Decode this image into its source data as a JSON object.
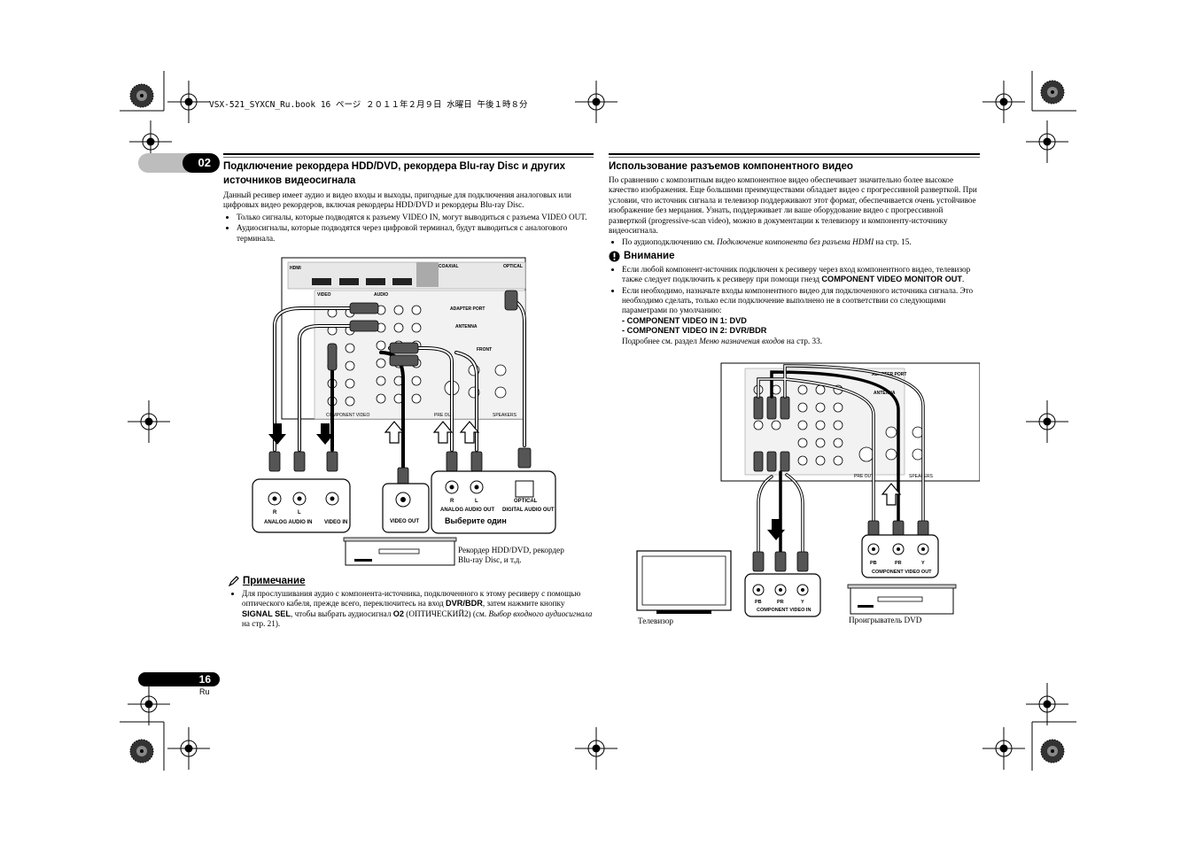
{
  "header": {
    "file_info": "VSX-521_SYXCN_Ru.book  16 ページ  ２０１１年２月９日  水曜日  午後１時８分"
  },
  "section_tab": "02",
  "left": {
    "title": "Подключение рекордера HDD/DVD, рекордера Blu-ray Disc и других источников видеосигнала",
    "intro": "Данный ресивер имеет аудио и видео входы и выходы, пригодные для подключения аналоговых или цифровых видео рекордеров, включая рекордеры HDD/DVD и рекордеры Blu-ray Disc.",
    "bullets": [
      "Только сигналы, которые подводятся к разъему VIDEO IN, могут выводиться с разъема VIDEO OUT.",
      "Аудиосигналы, которые подводятся через цифровой терминал, будут выводиться с аналогового терминала."
    ],
    "diagram": {
      "panel_labels": [
        "HDMI",
        "COAXIAL",
        "OPTICAL",
        "VIDEO",
        "AUDIO",
        "ADAPTER PORT",
        "ANTENNA",
        "FRONT",
        "COMPONENT VIDEO",
        "PRE OUT",
        "SPEAKERS"
      ],
      "jack_r": "R",
      "jack_l": "L",
      "analog_audio_in": "ANALOG AUDIO IN",
      "video_in": "VIDEO IN",
      "video_out": "VIDEO OUT",
      "analog_audio_out": "ANALOG AUDIO OUT",
      "optical": "OPTICAL",
      "digital_audio_out": "DIGITAL AUDIO OUT",
      "choose_one": "Выберите один",
      "recorder_caption": "Рекордер HDD/DVD, рекордер Blu-ray Disc, и т.д."
    },
    "note": {
      "title": "Примечание",
      "text_1": "Для прослушивания аудио с компонента-источника, подключенного к этому ресиверу с помощью оптического кабеля, прежде всего, переключитесь на вход ",
      "bold_1": "DVR/BDR",
      "text_2": ", затем нажмите кнопку ",
      "bold_2": "SIGNAL SEL",
      "text_3": ", чтобы выбрать аудиосигнал ",
      "bold_3": "O2",
      "text_4": " (ОПТИЧЕСКИЙ2) (см. ",
      "italic_ref": "Выбор входного аудиосигнала",
      "text_5": " на стр. 21)."
    }
  },
  "right": {
    "title": "Использование разъемов компонентного видео",
    "intro": "По сравнению с композитным видео компонентное видео обеспечивает значительно более высокое качество изображения. Еще большими преимуществами обладает видео с прогрессивной разверткой. При условии, что источник сигнала и телевизор поддерживают этот формат, обеспечивается очень устойчивое изображение без мерцания. Узнать, поддерживает ли ваше оборудование видео с прогрессивной разверткой (progressive-scan video), можно в документации к телевизору и компоненту-источнику видеосигнала.",
    "ref_bullet_prefix": "По аудиоподключению см. ",
    "ref_bullet_italic": "Подключение компонента без разъема HDMI",
    "ref_bullet_suffix": " на стр. 15.",
    "caution": {
      "title": "Внимание",
      "b1_text": "Если любой компонент-источник подключен к ресиверу через вход компонентного видео, телевизор также следует подключить к ресиверу при помощи гнезд ",
      "b1_bold": "COMPONENT VIDEO MONITOR OUT",
      "b2_text": "Если необходимо, назначьте входы компонентного видео для подключенного источника сигнала. Это необходимо сделать, только если подключение выполнено не в соответствии со следующими параметрами по умолчанию:",
      "line1": "- COMPONENT VIDEO IN 1: DVD",
      "line2": "- COMPONENT VIDEO IN 2: DVR/BDR",
      "more_prefix": "Подробнее см. раздел ",
      "more_italic": "Меню назначения входов",
      "more_suffix": " на стр. 33."
    },
    "diagram": {
      "adapter_port": "ADAPTER PORT",
      "antenna": "ANTENNA",
      "pre_out": "PRE OUT",
      "speakers": "SPEAKERS",
      "pb": "PB",
      "pr": "PR",
      "y": "Y",
      "component_video_in": "COMPONENT VIDEO IN",
      "component_video_out": "COMPONENT VIDEO OUT",
      "tv_caption": "Телевизор",
      "dvd_caption": "Проигрыватель DVD"
    }
  },
  "footer": {
    "page_number": "16",
    "lang": "Ru"
  }
}
